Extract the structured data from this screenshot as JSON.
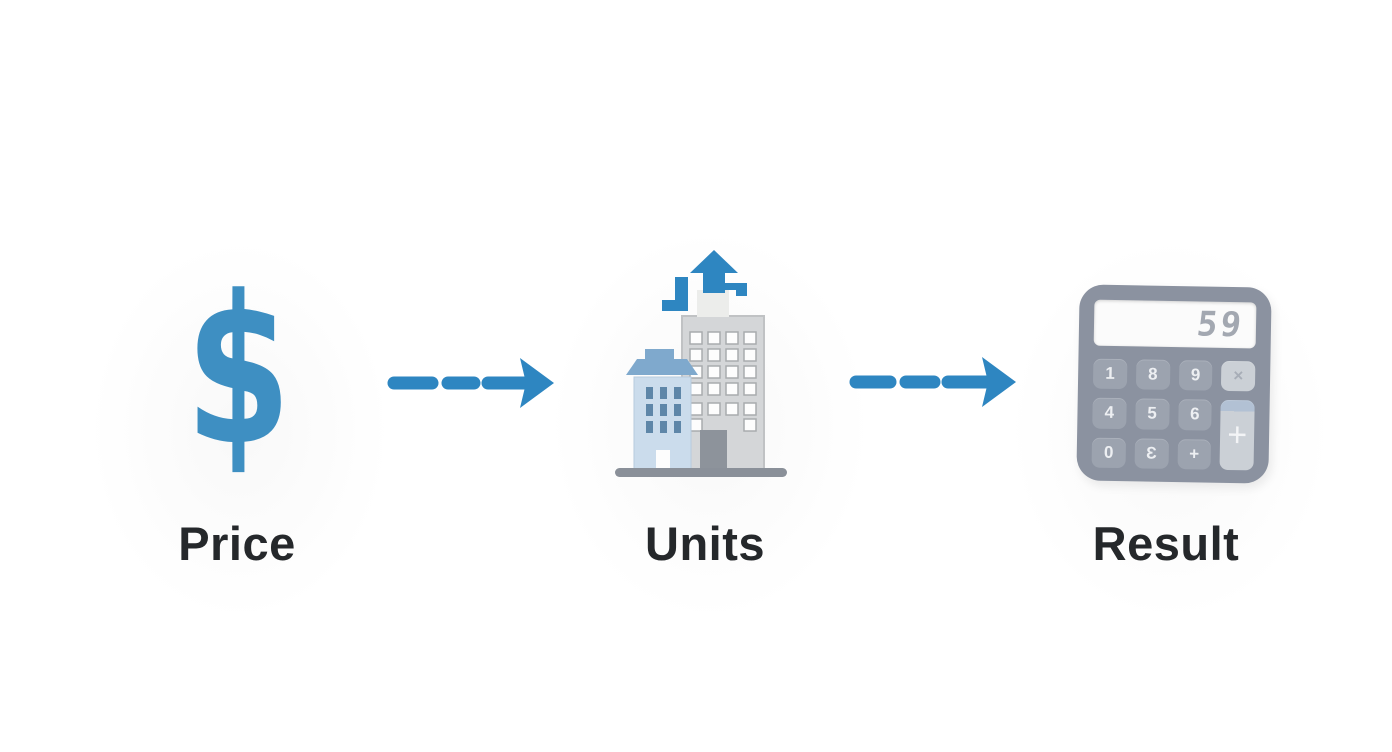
{
  "theme": {
    "accent_blue": "#2E86C1",
    "dollar_blue": "#3E8FC2",
    "label_color": "#25282B",
    "calc_body": "#8B92A0",
    "calc_key": "#9CA3AF",
    "calc_key_light": "#CBD0D6",
    "calc_plus_cap": "#B2C1D4",
    "calc_display_bg": "#FBFBFB",
    "calc_digit": "#A3A8B1",
    "building_gray": "#D4D6D8",
    "building_blue": "#CBDCEC",
    "roof_blue": "#7FA9CD",
    "window_blue": "#5E86A8",
    "ground_gray": "#8A9099"
  },
  "flow": {
    "steps": [
      {
        "icon": "dollar-sign",
        "label": "Price"
      },
      {
        "icon": "buildings",
        "label": "Units"
      },
      {
        "icon": "calculator",
        "label": "Result"
      }
    ],
    "connector_icon": "dashed-arrow-right"
  },
  "labels": {
    "price": "Price",
    "units": "Units",
    "result": "Result"
  },
  "dollar": {
    "symbol": "$"
  },
  "calculator": {
    "display": "59",
    "keys_row1": [
      "1",
      "8",
      "9"
    ],
    "multiply_key": "×",
    "keys_row2": [
      "4",
      "5",
      "6"
    ],
    "keys_row3": [
      "0",
      "Ɛ",
      "+"
    ],
    "plus_key": "+"
  }
}
